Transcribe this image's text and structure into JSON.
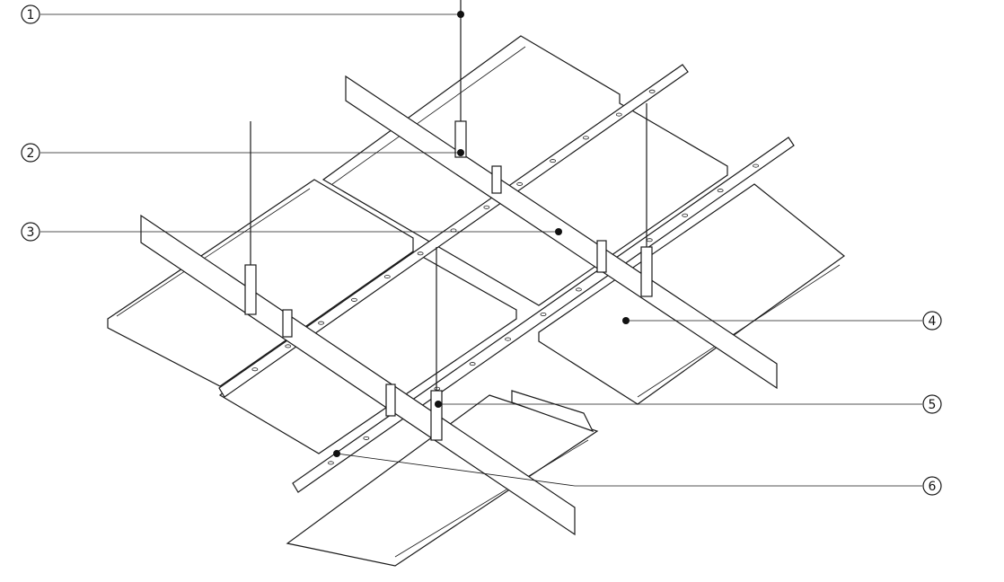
{
  "diagram": {
    "callouts": [
      {
        "number": "1"
      },
      {
        "number": "2"
      },
      {
        "number": "3"
      },
      {
        "number": "4"
      },
      {
        "number": "5"
      },
      {
        "number": "6"
      }
    ],
    "line_color": "#1a1a1a"
  }
}
